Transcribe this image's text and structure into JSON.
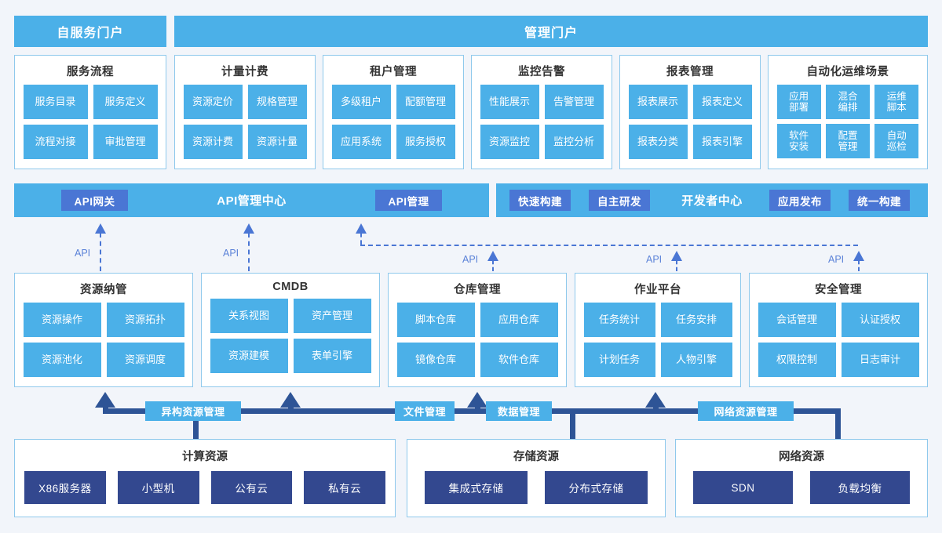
{
  "theme": {
    "background": "#f2f5fa",
    "light_blue": "#4bb0e8",
    "panel_border": "#8fc9ec",
    "api_pill_blue": "#4a76d4",
    "bus_dark_blue": "#2e5496",
    "infra_chip_blue": "#33488f",
    "text_dark": "#333333"
  },
  "portals": {
    "self_service": "自服务门户",
    "management": "管理门户"
  },
  "service_panels": [
    {
      "title": "服务流程",
      "chips": [
        "服务目录",
        "服务定义",
        "流程对接",
        "审批管理"
      ]
    },
    {
      "title": "计量计费",
      "chips": [
        "资源定价",
        "规格管理",
        "资源计费",
        "资源计量"
      ]
    },
    {
      "title": "租户管理",
      "chips": [
        "多级租户",
        "配额管理",
        "应用系统",
        "服务授权"
      ]
    },
    {
      "title": "监控告警",
      "chips": [
        "性能展示",
        "告警管理",
        "资源监控",
        "监控分析"
      ]
    },
    {
      "title": "报表管理",
      "chips": [
        "报表展示",
        "报表定义",
        "报表分类",
        "报表引擎"
      ]
    },
    {
      "title": "自动化运维场景",
      "chips": [
        "应用\n部署",
        "混合\n编排",
        "运维\n脚本",
        "软件\n安装",
        "配置\n管理",
        "自动\n巡检"
      ]
    }
  ],
  "api_layer": {
    "center_label": "API管理中心",
    "left_pill": "API网关",
    "right_pill": "API管理",
    "dev_center_label": "开发者中心",
    "dev_pills": [
      "快速构建",
      "自主研发",
      "应用发布",
      "统一构建"
    ],
    "connector_tag": "API",
    "connector_tags": [
      "API",
      "API",
      "API",
      "API",
      "API"
    ]
  },
  "platform_panels": [
    {
      "title": "资源纳管",
      "chips": [
        "资源操作",
        "资源拓扑",
        "资源池化",
        "资源调度"
      ]
    },
    {
      "title": "CMDB",
      "chips": [
        "关系视图",
        "资产管理",
        "资源建模",
        "表单引擎"
      ]
    },
    {
      "title": "仓库管理",
      "chips": [
        "脚本仓库",
        "应用仓库",
        "镜像仓库",
        "软件仓库"
      ]
    },
    {
      "title": "作业平台",
      "chips": [
        "任务统计",
        "任务安排",
        "计划任务",
        "人物引擎"
      ]
    },
    {
      "title": "安全管理",
      "chips": [
        "会话管理",
        "认证授权",
        "权限控制",
        "日志审计"
      ]
    }
  ],
  "bus_labels": [
    "异构资源管理",
    "文件管理",
    "数据管理",
    "网络资源管理"
  ],
  "infra_panels": [
    {
      "title": "计算资源",
      "chips": [
        "X86服务器",
        "小型机",
        "公有云",
        "私有云"
      ]
    },
    {
      "title": "存储资源",
      "chips": [
        "集成式存储",
        "分布式存储"
      ]
    },
    {
      "title": "网络资源",
      "chips": [
        "SDN",
        "负载均衡"
      ]
    }
  ]
}
